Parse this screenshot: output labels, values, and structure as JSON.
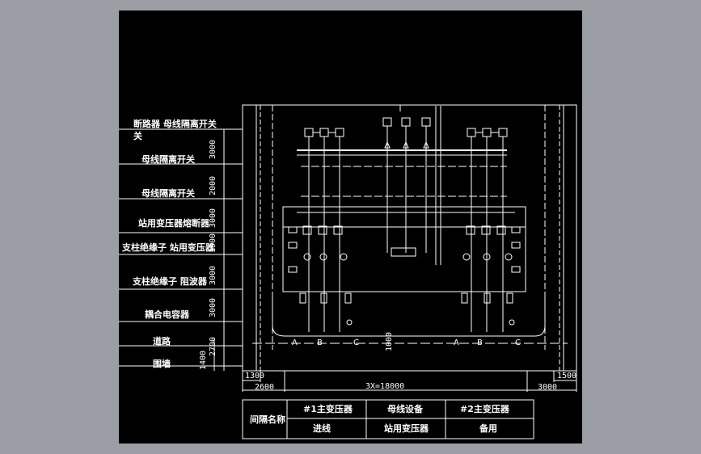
{
  "colors": {
    "background": "#9c9ea6",
    "canvas": "#000000",
    "line": "#ffffff"
  },
  "left_labels": [
    "断路器 母线隔离开关",
    "母线隔离开关",
    "母线隔离开关",
    "站用变压器熔断器",
    "支柱绝缘子 站用变压器",
    "支柱绝缘子 阻波器",
    "耦合电容器",
    "道路",
    "围墙"
  ],
  "vertical_dims": [
    "3000",
    "2000",
    "3000",
    "1900",
    "3000",
    "3000",
    "2700",
    "1400"
  ],
  "inner_dim": "1000",
  "phases_left": [
    "A",
    "B",
    "C"
  ],
  "phases_right": [
    "A",
    "B",
    "C"
  ],
  "bottom_dims": {
    "d1300": "1300",
    "d2600": "2600",
    "span": "3X=18000",
    "d1500": "1500",
    "d3000": "3000"
  },
  "bay_table": {
    "header": "间隔名称",
    "row1": [
      "#1主变压器",
      "母线设备",
      "#2主变压器"
    ],
    "row2": [
      "进线",
      "站用变压器",
      "备用"
    ]
  }
}
